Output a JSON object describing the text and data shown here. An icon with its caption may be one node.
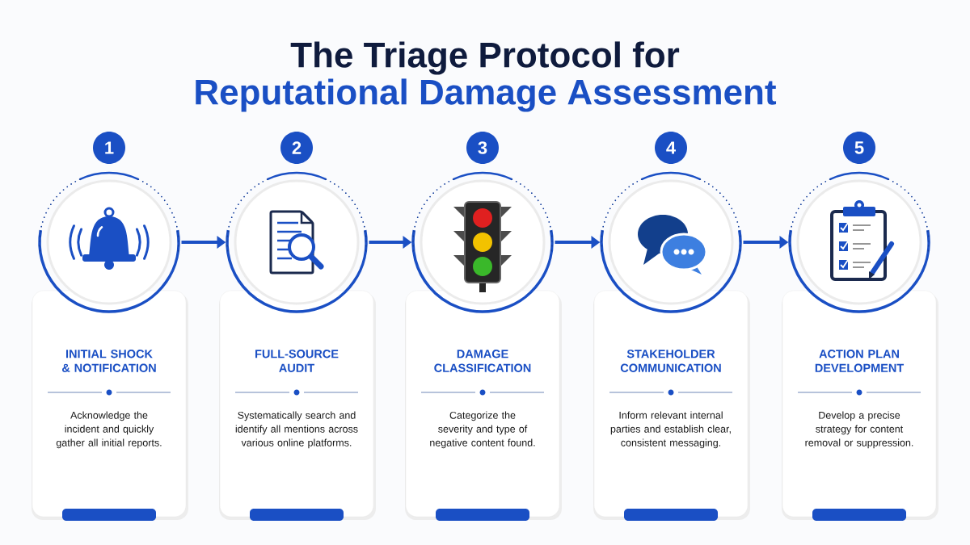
{
  "diagram": {
    "title": "The Triage Protocol for",
    "nodes": [
      {
        "text": [
          "1"
        ]
      },
      {
        "text": [],
        "shape": "circle"
      },
      {
        "text": [
          "INITIAL SHOCK & NOTIFICATION",
          "Acknowledge the incident and quickly gather all initial reports."
        ]
      },
      {
        "text": [
          "2"
        ]
      },
      {
        "text": [],
        "shape": "circle"
      },
      {
        "text": [
          "FULL-SOURCE AUDIT",
          "Systematically search and identify all mentions across various online platforms."
        ]
      },
      {
        "text": [
          "3"
        ]
      },
      {
        "text": [],
        "shape": "circle"
      },
      {
        "text": [
          "DAMAGE CLASSIFICATION",
          "Categorize the severity and type of negative content found."
        ]
      },
      {
        "text": [
          "4"
        ]
      },
      {
        "text": [],
        "shape": "circle"
      },
      {
        "text": [
          "STAKEHOLDER COMMUNICATION",
          "Inform relevant internal parties and establish clear, consistent messaging."
        ]
      },
      {
        "text": [
          "5"
        ]
      },
      {
        "text": [],
        "shape": "circle"
      },
      {
        "text": [
          "ACTION PLAN DEVELOPMENT",
          "Develop a precise strategy for content removal or suppression."
        ]
      }
    ],
    "edges": [
      {
        "from": 1,
        "to": 4,
        "arrow": "to"
      },
      {
        "from": 4,
        "to": 7,
        "arrow": "to"
      },
      {
        "from": 7,
        "to": 10,
        "arrow": "to"
      },
      {
        "from": 10,
        "to": 13,
        "arrow": "to"
      }
    ],
    "labels": [
      "Reputational Damage Assessment"
    ]
  }
}
